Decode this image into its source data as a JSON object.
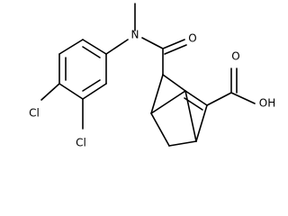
{
  "molecule": {
    "atoms": {
      "n": "N",
      "o_amide": "O",
      "o_hydroxyl": "OH",
      "cl_top": "Cl",
      "cl_bottom": "Cl"
    }
  },
  "style": {
    "bond_color": "#000000",
    "background": "#ffffff"
  }
}
